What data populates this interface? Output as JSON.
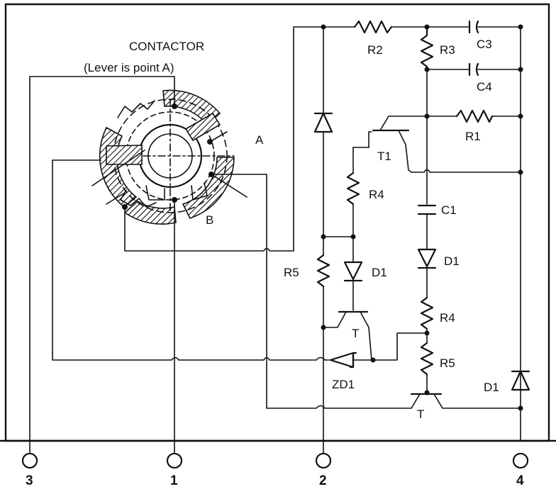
{
  "labels": {
    "contactor": "CONTACTOR",
    "lever_note": "(Lever is point A)",
    "point_a": "A",
    "point_b": "B",
    "r2": "R2",
    "r3": "R3",
    "c3": "C3",
    "c4": "C4",
    "r1": "R1",
    "t1": "T1",
    "r4_left": "R4",
    "c1": "C1",
    "d1_right": "D1",
    "r5_left": "R5",
    "d1_mid": "D1",
    "t_mid": "T",
    "r4_right": "R4",
    "r5_right": "R5",
    "zd1": "ZD1",
    "d1_far": "D1",
    "t_bottom": "T"
  },
  "terminals": [
    "3",
    "1",
    "2",
    "4"
  ]
}
